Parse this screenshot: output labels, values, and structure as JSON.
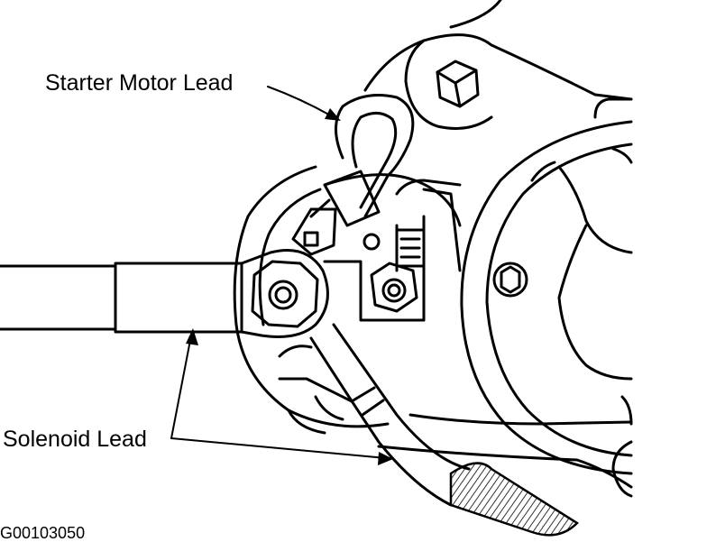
{
  "labels": {
    "starter_motor_lead": "Starter Motor Lead",
    "solenoid_lead": "Solenoid Lead"
  },
  "figure_id": "G00103050",
  "colors": {
    "ink": "#000000",
    "paper": "#ffffff"
  }
}
